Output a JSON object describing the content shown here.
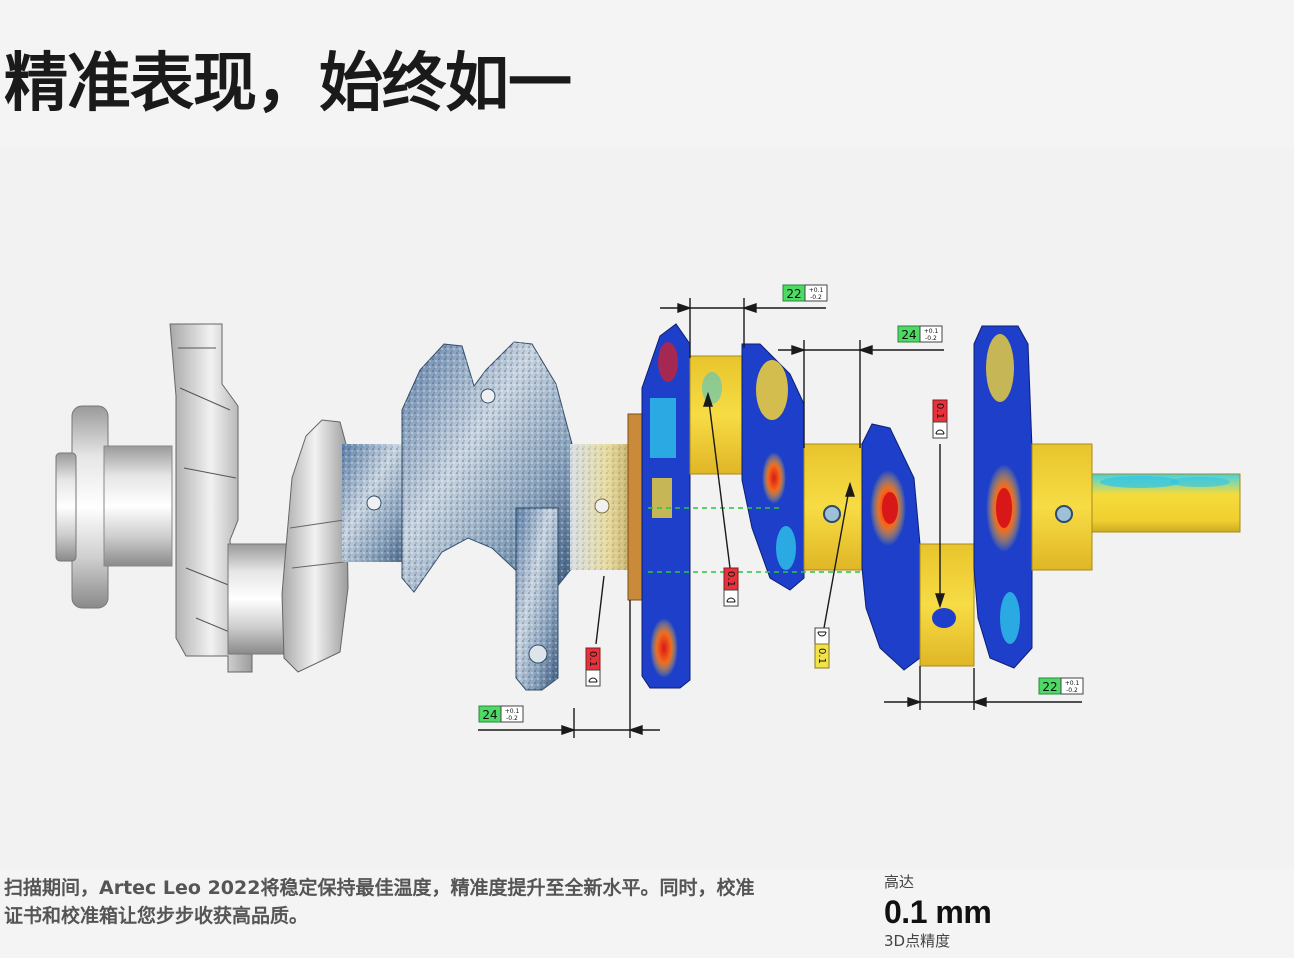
{
  "heading": "精准表现，始终如一",
  "description": "扫描期间，Artec Leo 2022将稳定保持最佳温度，精准度提升至全新水平。同时，校准证书和校准箱让您步步收获高品质。",
  "stat": {
    "prefix": "高达",
    "value": "0.1 mm",
    "label": "3D点精度"
  },
  "figure": {
    "dimensions": [
      {
        "value": "22",
        "tol_plus": "+0.1",
        "tol_minus": "-0.2"
      },
      {
        "value": "24",
        "tol_plus": "+0.1",
        "tol_minus": "-0.2"
      },
      {
        "value": "24",
        "tol_plus": "+0.1",
        "tol_minus": "-0.2"
      },
      {
        "value": "22",
        "tol_plus": "+0.1",
        "tol_minus": "-0.2"
      }
    ],
    "flatness_tags": [
      "0.1",
      "0.1",
      "0.1",
      "0.1"
    ],
    "colors": {
      "green_tag": "#4cd964",
      "red_tag": "#e5323d",
      "yellow_tag": "#f2e24a",
      "map_blue": "#1d3fc9",
      "map_yellow": "#f3d43a",
      "map_red": "#e02020",
      "map_cyan": "#2ec4e8"
    }
  }
}
